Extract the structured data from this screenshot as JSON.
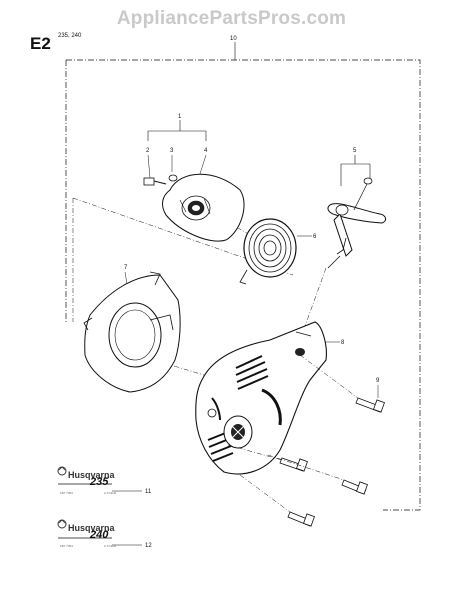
{
  "watermark": "AppliancePartsPros.com",
  "section": {
    "code": "E2",
    "models": "235, 240"
  },
  "callouts": [
    "1",
    "2",
    "3",
    "4",
    "5",
    "6",
    "7",
    "8",
    "9",
    "10",
    "11",
    "12"
  ],
  "logos": [
    {
      "brand": "Husqvarna",
      "model": "235",
      "small_left": "1B7 7004",
      "small_right": "2-TC4H2",
      "callout": "11"
    },
    {
      "brand": "Husqvarna",
      "model": "240",
      "small_left": "1B7 7004",
      "small_right": "2-TC4H2",
      "callout": "12"
    }
  ],
  "colors": {
    "watermark": "#c9c9c9",
    "line": "#111111"
  }
}
